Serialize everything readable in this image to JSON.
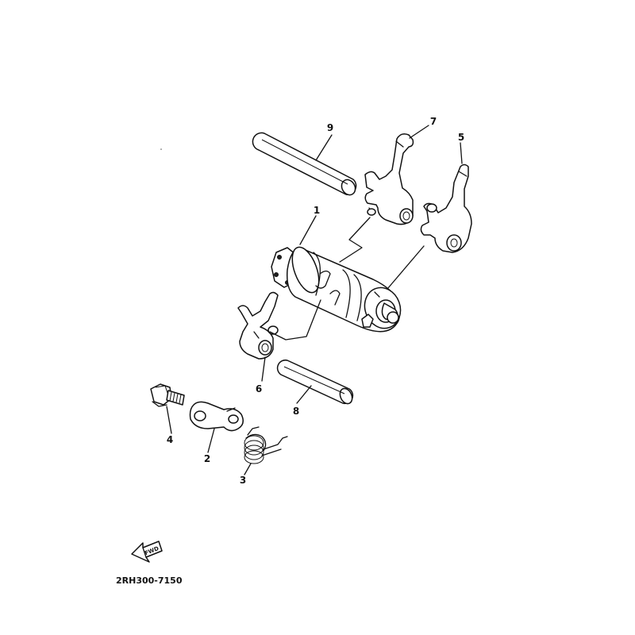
{
  "diagram": {
    "part_code": "2RH300-7150",
    "fwd_text": "FWD",
    "callouts": [
      {
        "id": "1",
        "text": "1"
      },
      {
        "id": "2",
        "text": "2"
      },
      {
        "id": "3",
        "text": "3"
      },
      {
        "id": "4",
        "text": "4"
      },
      {
        "id": "5",
        "text": "5"
      },
      {
        "id": "6",
        "text": "6"
      },
      {
        "id": "7",
        "text": "7"
      },
      {
        "id": "8",
        "text": "8"
      },
      {
        "id": "9",
        "text": "9"
      }
    ]
  }
}
